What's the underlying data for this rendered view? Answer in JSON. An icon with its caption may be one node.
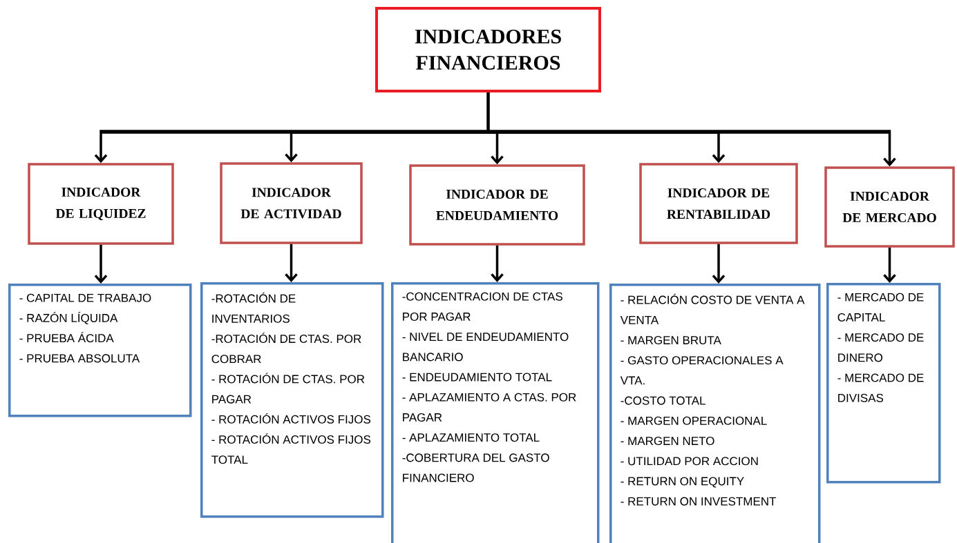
{
  "diagram": {
    "nodes": [
      {
        "text": [
          "INDICADORES FINANCIEROS"
        ]
      },
      {
        "text": [
          "INDICADOR DE LIQUIDEZ"
        ]
      },
      {
        "text": [
          "INDICADOR DE ACTIVIDAD"
        ]
      },
      {
        "text": [
          "INDICADOR DE ENDEUDAMIENTO"
        ]
      },
      {
        "text": [
          "INDICADOR DE RENTABILIDAD"
        ]
      },
      {
        "text": [
          "INDICADOR DE MERCADO"
        ]
      },
      {
        "text": [
          "- CAPITAL DE TRABAJO",
          "- RAZÓN LÍQUIDA",
          "- PRUEBA ÁCIDA",
          "- PRUEBA ABSOLUTA"
        ]
      },
      {
        "text": [
          "-ROTACIÓN DE INVENTARIOS",
          "-ROTACIÓN DE CTAS. POR COBRAR",
          "- ROTACIÓN DE CTAS. POR PAGAR",
          "- ROTACIÓN ACTIVOS FIJOS",
          "- ROTACIÓN ACTIVOS FIJOS TOTAL"
        ]
      },
      {
        "text": [
          "-CONCENTRACION DE CTAS POR PAGAR",
          "- NIVEL DE ENDEUDAMIENTO BANCARIO",
          "- ENDEUDAMIENTO TOTAL",
          "- APLAZAMIENTO A CTAS. POR PAGAR",
          "- APLAZAMIENTO TOTAL",
          "-COBERTURA DEL GASTO FINANCIERO"
        ]
      },
      {
        "text": [
          "- RELACIÓN COSTO DE VENTA A VENTA",
          "- MARGEN BRUTA",
          "- GASTO OPERACIONALES A VTA.",
          "-COSTO TOTAL",
          "- MARGEN OPERACIONAL",
          "- MARGEN NETO",
          "- UTILIDAD POR ACCION",
          "- RETURN ON EQUITY",
          "- RETURN ON INVESTMENT"
        ]
      },
      {
        "text": [
          "- MERCADO DE CAPITAL",
          "- MERCADO DE DINERO",
          "- MERCADO DE DIVISAS"
        ]
      }
    ],
    "edges": [
      {
        "from": 0,
        "to": 1,
        "arrow": "to"
      },
      {
        "from": 0,
        "to": 2,
        "arrow": "to"
      },
      {
        "from": 0,
        "to": 3,
        "arrow": "to"
      },
      {
        "from": 0,
        "to": 4,
        "arrow": "to"
      },
      {
        "from": 0,
        "to": 5,
        "arrow": "to"
      },
      {
        "from": 1,
        "to": 6,
        "arrow": "to"
      },
      {
        "from": 2,
        "to": 7,
        "arrow": "to"
      },
      {
        "from": 3,
        "to": 8,
        "arrow": "to"
      },
      {
        "from": 4,
        "to": 9,
        "arrow": "to"
      },
      {
        "from": 5,
        "to": 10,
        "arrow": "to"
      }
    ]
  }
}
